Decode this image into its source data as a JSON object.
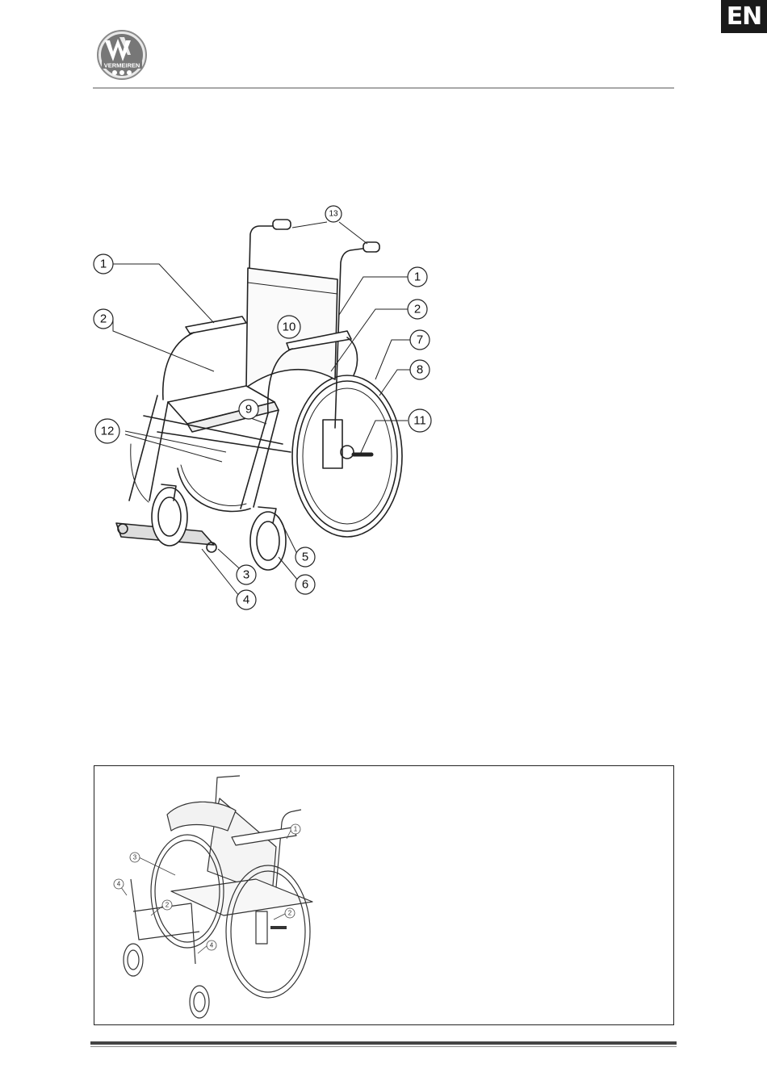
{
  "header": {
    "language_tab": "EN",
    "logo_text": "VERMEIREN"
  },
  "figure_main": {
    "callouts": [
      "1",
      "2",
      "13",
      "1",
      "2",
      "10",
      "7",
      "8",
      "9",
      "11",
      "12",
      "5",
      "3",
      "6",
      "4"
    ]
  },
  "figure_folded": {
    "callouts": [
      "1",
      "3",
      "4",
      "2",
      "2",
      "4"
    ]
  },
  "colors": {
    "language_tab_bg": "#1a1a1a",
    "rule": "#a8a8a8",
    "footer_bar": "#444444"
  }
}
